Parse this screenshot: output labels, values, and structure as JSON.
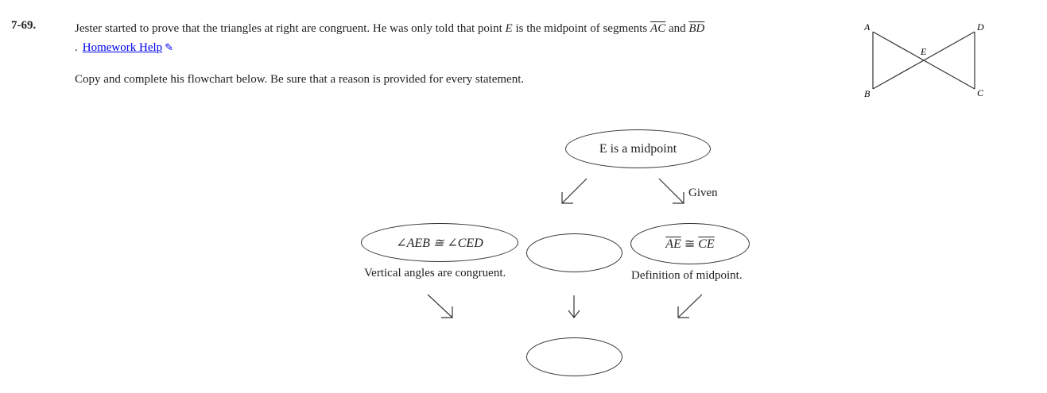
{
  "problem": {
    "number": "7-69.",
    "text_part1": "Jester started to prove that the triangles at right are congruent. He was only told that point ",
    "point": "E",
    "text_part2": " is the midpoint of segments ",
    "segment1": "AC",
    "text_and": " and ",
    "segment2": "BD",
    "help_prefix": ".",
    "help_link": "Homework Help",
    "instruction": "Copy and complete his flowchart below. Be sure that a reason is provided for every statement."
  },
  "diagram": {
    "label_a": "A",
    "label_b": "B",
    "label_c": "C",
    "label_d": "D",
    "label_e": "E"
  },
  "flowchart": {
    "top": {
      "statement": "E is a midpoint",
      "reason": "Given"
    },
    "left": {
      "statement": "∠AEB ≅ ∠CED",
      "reason": "Vertical angles are congruent."
    },
    "middle": {
      "statement": "",
      "reason": ""
    },
    "right": {
      "statement_seg1": "AE",
      "statement_op": " ≅ ",
      "statement_seg2": "CE",
      "reason": "Definition of midpoint."
    },
    "bottom": {
      "statement": "",
      "reason": ""
    }
  },
  "colors": {
    "link": "#0000ee",
    "text": "#222222",
    "stroke": "#333333"
  }
}
